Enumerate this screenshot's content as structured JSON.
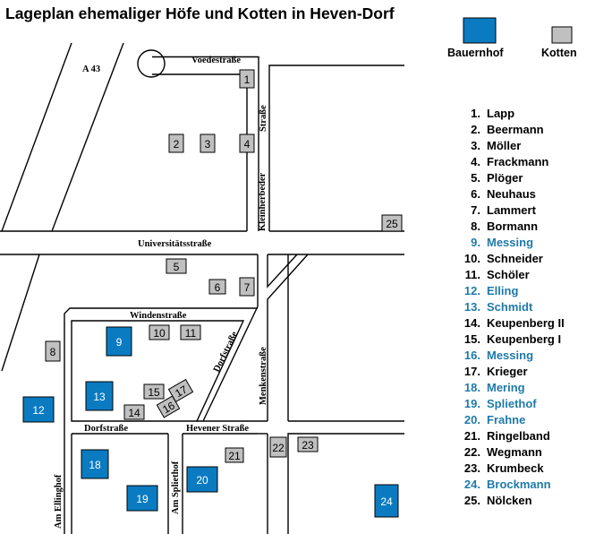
{
  "title": "Lageplan ehemaliger Höfe und Kotten in Heven-Dorf",
  "colors": {
    "bauernhof": "#0a7bc1",
    "kotten": "#c0c0c0",
    "highlight_text": "#1f7aa8",
    "text": "#000000"
  },
  "legend": {
    "bauernhof": "Bauernhof",
    "kotten": "Kotten"
  },
  "streets": {
    "a43": "A 43",
    "voedestrasse": "Voedestraße",
    "kleinherbeder": "Kleinherbeder",
    "strasse": "Straße",
    "universitaetsstrasse": "Universitätsstraße",
    "windenstrasse": "Windenstraße",
    "dorfstrasse_diag": "Dorfstraße",
    "menkenstrasse": "Menkenstraße",
    "dorfstrasse": "Dorfstraße",
    "hevener_strasse": "Hevener Straße",
    "am_elling": "Am Ellinghof",
    "am_spliethof": "Am Spliethof"
  },
  "list": [
    {
      "n": "1.",
      "name": "Lapp",
      "type": "kotten"
    },
    {
      "n": "2.",
      "name": "Beermann",
      "type": "kotten"
    },
    {
      "n": "3.",
      "name": "Möller",
      "type": "kotten"
    },
    {
      "n": "4.",
      "name": "Frackmann",
      "type": "kotten"
    },
    {
      "n": "5.",
      "name": "Plöger",
      "type": "kotten"
    },
    {
      "n": "6.",
      "name": "Neuhaus",
      "type": "kotten"
    },
    {
      "n": "7.",
      "name": "Lammert",
      "type": "kotten"
    },
    {
      "n": "8.",
      "name": "Bormann",
      "type": "kotten"
    },
    {
      "n": "9.",
      "name": "Messing",
      "type": "bauernhof"
    },
    {
      "n": "10.",
      "name": "Schneider",
      "type": "kotten"
    },
    {
      "n": "11.",
      "name": "Schöler",
      "type": "kotten"
    },
    {
      "n": "12.",
      "name": "Elling",
      "type": "bauernhof"
    },
    {
      "n": "13.",
      "name": "Schmidt",
      "type": "bauernhof"
    },
    {
      "n": "14.",
      "name": "Keupenberg II",
      "type": "kotten"
    },
    {
      "n": "15.",
      "name": "Keupenberg I",
      "type": "kotten"
    },
    {
      "n": "16.",
      "name": "Messing",
      "type": "bauernhof"
    },
    {
      "n": "17.",
      "name": "Krieger",
      "type": "kotten"
    },
    {
      "n": "18.",
      "name": "Mering",
      "type": "bauernhof"
    },
    {
      "n": "19.",
      "name": "Spliethof",
      "type": "bauernhof"
    },
    {
      "n": "20.",
      "name": "Frahne",
      "type": "bauernhof"
    },
    {
      "n": "21.",
      "name": "Ringelband",
      "type": "kotten"
    },
    {
      "n": "22.",
      "name": "Wegmann",
      "type": "kotten"
    },
    {
      "n": "23.",
      "name": "Krumbeck",
      "type": "kotten"
    },
    {
      "n": "24.",
      "name": "Brockmann",
      "type": "bauernhof"
    },
    {
      "n": "25.",
      "name": "Nölcken",
      "type": "kotten"
    }
  ],
  "markers": [
    {
      "label": "1",
      "type": "kotten"
    },
    {
      "label": "2",
      "type": "kotten"
    },
    {
      "label": "3",
      "type": "kotten"
    },
    {
      "label": "4",
      "type": "kotten"
    },
    {
      "label": "5",
      "type": "kotten"
    },
    {
      "label": "6",
      "type": "kotten"
    },
    {
      "label": "7",
      "type": "kotten"
    },
    {
      "label": "8",
      "type": "kotten"
    },
    {
      "label": "9",
      "type": "bauernhof"
    },
    {
      "label": "10",
      "type": "kotten"
    },
    {
      "label": "11",
      "type": "kotten"
    },
    {
      "label": "12",
      "type": "bauernhof"
    },
    {
      "label": "13",
      "type": "bauernhof"
    },
    {
      "label": "14",
      "type": "kotten"
    },
    {
      "label": "15",
      "type": "kotten"
    },
    {
      "label": "16",
      "type": "kotten"
    },
    {
      "label": "17",
      "type": "kotten"
    },
    {
      "label": "18",
      "type": "bauernhof"
    },
    {
      "label": "19",
      "type": "bauernhof"
    },
    {
      "label": "20",
      "type": "bauernhof"
    },
    {
      "label": "21",
      "type": "kotten"
    },
    {
      "label": "22",
      "type": "kotten"
    },
    {
      "label": "23",
      "type": "kotten"
    },
    {
      "label": "24",
      "type": "bauernhof"
    },
    {
      "label": "25",
      "type": "kotten"
    }
  ]
}
